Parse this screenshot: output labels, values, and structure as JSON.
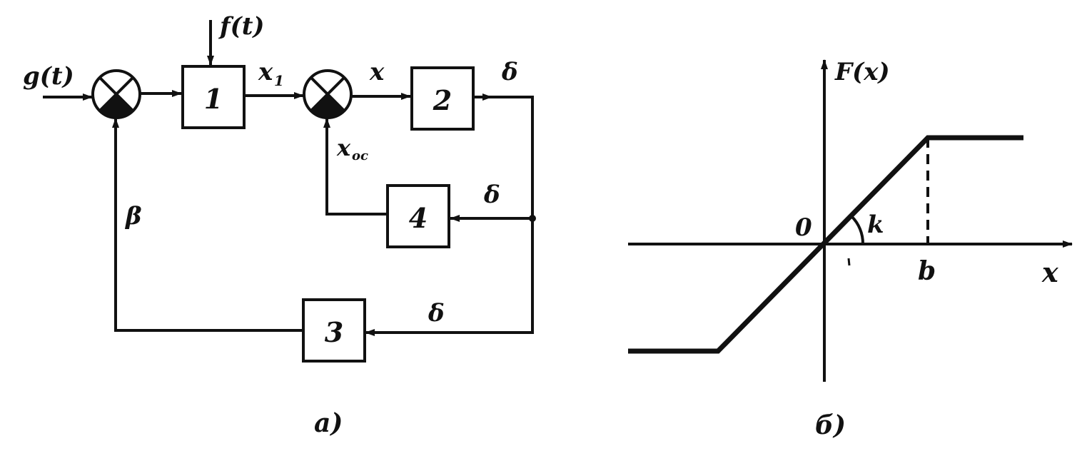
{
  "diagram_a": {
    "inputs": {
      "g": "g(t)",
      "f": "f(t)"
    },
    "signals": {
      "x1": "x",
      "x1_sub": "1",
      "x": "x",
      "xoc": "x",
      "xoc_sub": "oc",
      "delta_out": "δ",
      "delta_4": "δ",
      "delta_3": "δ",
      "beta": "β"
    },
    "blocks": {
      "b1": "1",
      "b2": "2",
      "b3": "3",
      "b4": "4"
    },
    "caption": "а)"
  },
  "diagram_b": {
    "y_axis_label": "F(x)",
    "x_axis_label": "x",
    "origin_label": "0",
    "slope_label": "k",
    "b_label": "b",
    "caption": "б)"
  }
}
